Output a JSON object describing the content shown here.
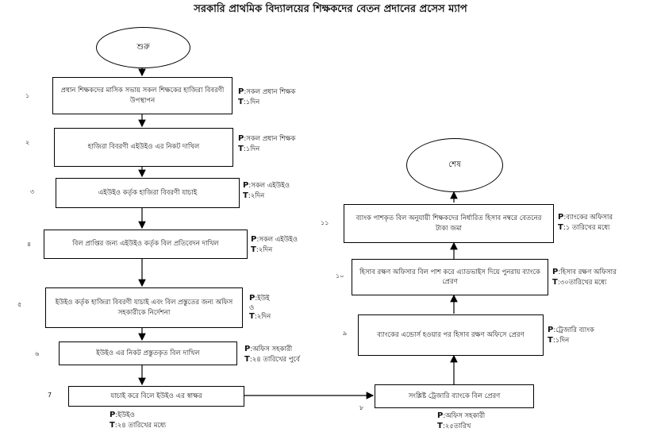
{
  "title": "সরকারি প্রাথমিক বিদ্যালয়ের শিক্ষকদের বেতন প্রদানের প্রসেস ম্যাপ",
  "start": "শুরু",
  "end": "শেষ",
  "steps": [
    {
      "num": "১",
      "text": "প্রধান শিক্ষকদের মাসিক সভায় সকল শিক্ষকের হাজিরা বিবরণী উপস্থাপন",
      "p": "সকল প্রধান শিক্ষক",
      "t": "১দিন"
    },
    {
      "num": "২",
      "text": "হাজিরা বিবরণী এইউইও এর নিকট দাখিল",
      "p": "সকল প্রধান শিক্ষক",
      "t": "১দিন"
    },
    {
      "num": "৩",
      "text": "এইউইও কর্তৃক হাজিরা বিবরণী যাচাই",
      "p": "সকল এইউইও",
      "t": "২দিন"
    },
    {
      "num": "৪",
      "text": "বিল প্রাপ্তির জন্য এইউইও কর্তৃক বিল প্রতিবেদন দাখিল",
      "p": "সকল এইউইও",
      "t": "২দিন"
    },
    {
      "num": "৫",
      "text": "ইউইও কর্তৃক হাজিরা বিবরণী যাচাই এবং বিল প্রস্তুতের জন্য অফিস সহকারীকে নির্দেশনা",
      "p": "ইউই ও",
      "t": "২দিন"
    },
    {
      "num": "৬",
      "text": "ইউইও এর নিকট প্রস্তুতকৃত বিল দাখিল",
      "p": "অফিস সহকারী",
      "t": "২৪ তারিখের পুর্বে"
    },
    {
      "num": "7",
      "text": "যাচাই করে বিলে ইউইও এর স্বাক্ষর",
      "p": "ইউইও",
      "t": "২৪ তারিখের মধ্যে"
    },
    {
      "num": "৮",
      "text": "সংশ্লিষ্ট ট্রেজারি ব্যাংকে বিল প্রেরণ",
      "p": "অফিস সহকারী",
      "t": "২৫তারিখ"
    },
    {
      "num": "৯",
      "text": "ব্যাংকের এন্ডোর্স হওয়ার পর হিসাব রক্ষণ অফিসে প্রেরণ",
      "p": "ট্রেজারি ব্যাংক",
      "t": "১দিন"
    },
    {
      "num": "১০",
      "text": "হিসাব রক্ষণ অফিসার বিল পাশ করে এ্যাডভাইস দিয়ে পুনরায় ব্যাংকে প্রেরণ",
      "p": "হিসাব রক্ষণ অফিসার",
      "t": "৩০তারিখের মধ্যে"
    },
    {
      "num": "১১",
      "text": "ব্যাংক পাশকৃত বিল অনুযায়ী শিক্ষকদের নির্ধারিত হিসাব নম্বরে বেতনের টাকা জমা",
      "p": "ব্যাংকের অফিসার",
      "t": "১ তারিখের মধ্যে"
    }
  ]
}
